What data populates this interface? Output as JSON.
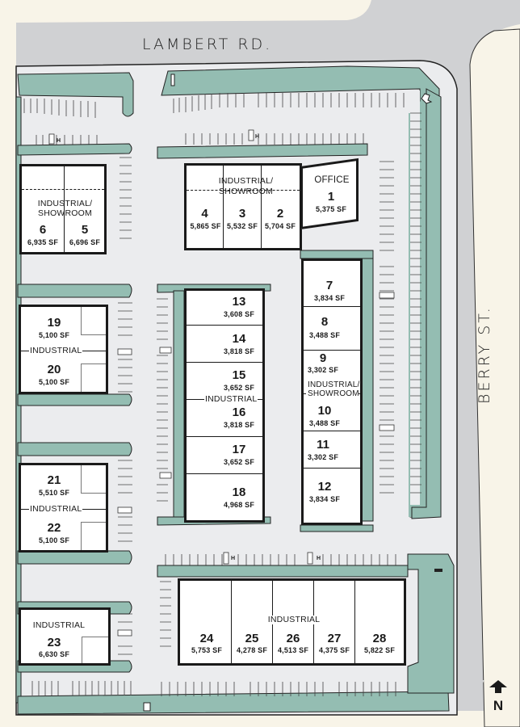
{
  "streets": {
    "north": "LAMBERT RD.",
    "east": "BERRY ST."
  },
  "compass": {
    "label": "N",
    "icon": "north-arrow-icon"
  },
  "colors": {
    "background": "#f8f4e8",
    "road": "#d0d1d3",
    "parking": "#ebecee",
    "landscape": "#94bdb2",
    "building": "#ffffff",
    "outline": "#1a1a1a"
  },
  "buildings": [
    {
      "id": "A",
      "use": "INDUSTRIAL/ SHOWROOM",
      "units": [
        {
          "number": "6",
          "area": "6,935 SF"
        },
        {
          "number": "5",
          "area": "6,696 SF"
        }
      ]
    },
    {
      "id": "B",
      "use": "INDUSTRIAL/ SHOWROOM",
      "units": [
        {
          "number": "4",
          "area": "5,865 SF"
        },
        {
          "number": "3",
          "area": "5,532 SF"
        },
        {
          "number": "2",
          "area": "5,704 SF"
        }
      ]
    },
    {
      "id": "C",
      "use": "OFFICE",
      "units": [
        {
          "number": "1",
          "area": "5,375 SF"
        }
      ]
    },
    {
      "id": "D",
      "use": "INDUSTRIAL",
      "units": [
        {
          "number": "19",
          "area": "5,100 SF"
        },
        {
          "number": "20",
          "area": "5,100 SF"
        }
      ]
    },
    {
      "id": "E",
      "use": "INDUSTRIAL",
      "units": [
        {
          "number": "21",
          "area": "5,510 SF"
        },
        {
          "number": "22",
          "area": "5,100 SF"
        }
      ]
    },
    {
      "id": "F",
      "use": "INDUSTRIAL",
      "units": [
        {
          "number": "23",
          "area": "6,630 SF"
        }
      ]
    },
    {
      "id": "G",
      "use": "INDUSTRIAL",
      "units": [
        {
          "number": "13",
          "area": "3,608 SF"
        },
        {
          "number": "14",
          "area": "3,818 SF"
        },
        {
          "number": "15",
          "area": "3,652 SF"
        },
        {
          "number": "16",
          "area": "3,818 SF"
        },
        {
          "number": "17",
          "area": "3,652 SF"
        },
        {
          "number": "18",
          "area": "4,968 SF"
        }
      ]
    },
    {
      "id": "H",
      "use": "INDUSTRIAL/ SHOWROOM",
      "units": [
        {
          "number": "7",
          "area": "3,834 SF"
        },
        {
          "number": "8",
          "area": "3,488 SF"
        },
        {
          "number": "9",
          "area": "3,302 SF"
        },
        {
          "number": "10",
          "area": "3,488 SF"
        },
        {
          "number": "11",
          "area": "3,302 SF"
        },
        {
          "number": "12",
          "area": "3,834 SF"
        }
      ]
    },
    {
      "id": "I",
      "use": "INDUSTRIAL",
      "units": [
        {
          "number": "24",
          "area": "5,753 SF"
        },
        {
          "number": "25",
          "area": "4,278 SF"
        },
        {
          "number": "26",
          "area": "4,513 SF"
        },
        {
          "number": "27",
          "area": "4,375 SF"
        },
        {
          "number": "28",
          "area": "5,822 SF"
        }
      ]
    }
  ],
  "symbols": {
    "handicap_parking": "H",
    "icons": [
      "handicap-parking-icon",
      "trash-enclosure-icon",
      "tree-icon",
      "north-arrow-icon"
    ]
  }
}
